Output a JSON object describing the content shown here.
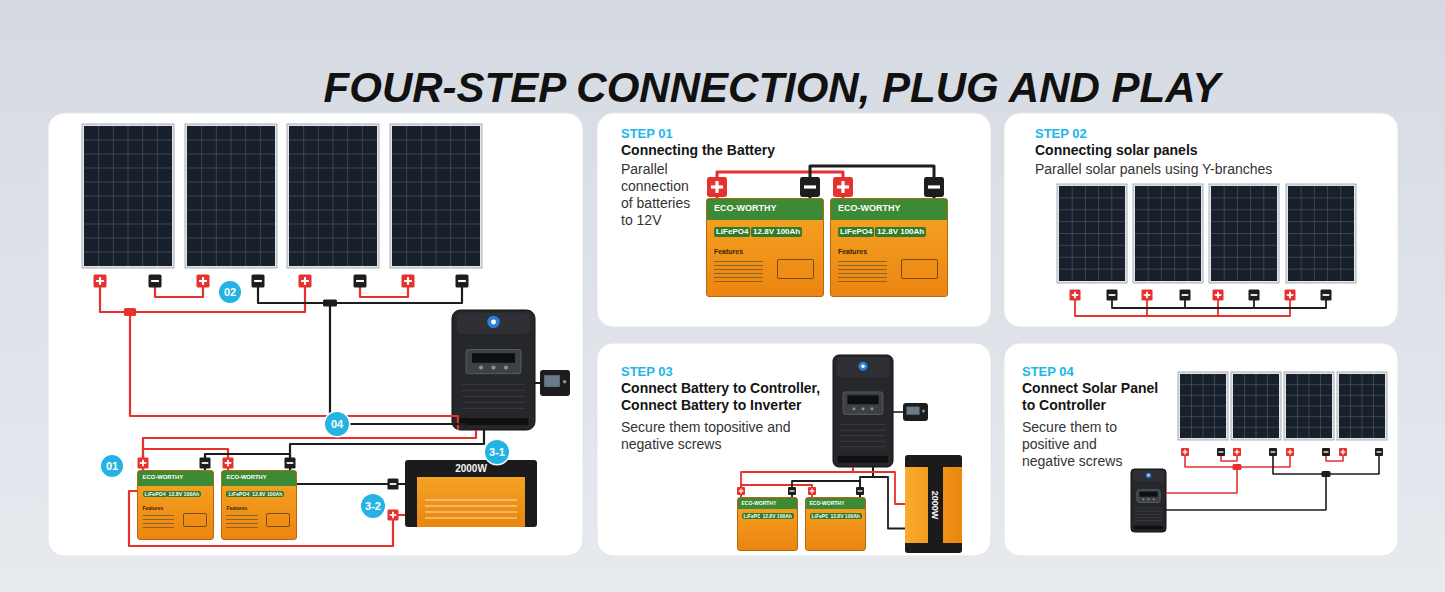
{
  "diagram": {
    "title": "FOUR-STEP CONNECTION, PLUG AND PLAY",
    "nodes": [
      {
        "text": [
          "ECO-WORTHY",
          "LiFePO4",
          "12.8V 100Ah",
          "Features"
        ]
      },
      {
        "text": [
          "ECO-WORTHY",
          "LiFePO4",
          "12.8V 100Ah",
          "Features"
        ]
      },
      {
        "text": [
          "2000W"
        ]
      },
      {
        "text": [
          "STEP 01",
          "Connecting the Battery",
          "Parallel connection of batteries to 12V"
        ]
      },
      {
        "text": [
          "ECO-WORTHY",
          "LiFePO4",
          "12.8V 100Ah",
          "Features"
        ],
        "in": 3
      },
      {
        "text": [
          "ECO-WORTHY",
          "LiFePO4",
          "12.8V 100Ah",
          "Features"
        ],
        "in": 3
      },
      {
        "text": [
          "STEP 02",
          "Connecting solar panels",
          "Parallel solar panels using Y-branches"
        ]
      },
      {
        "text": [
          "STEP 03",
          "Connect Battery to Controller, Connect Battery to Inverter",
          "Secure them topositive and negative screws"
        ]
      },
      {
        "text": [
          "ECO-WORTHY",
          "LiFePO4",
          "12.8V 100Ah"
        ],
        "in": 7
      },
      {
        "text": [
          "ECO-WORTHY",
          "LiFePO4",
          "12.8V 100Ah"
        ],
        "in": 7
      },
      {
        "text": [
          "2000W"
        ],
        "in": 7
      },
      {
        "text": [
          "STEP 04",
          "Connect Solar Panel to Controller",
          "Secure them to positive and negative screws"
        ]
      }
    ],
    "edges": [
      {
        "from": 0,
        "to": 1,
        "arrow": "none"
      },
      {
        "from": 0,
        "to": 1,
        "arrow": "none"
      },
      {
        "from": 0,
        "to": 2,
        "arrow": "none"
      },
      {
        "from": 1,
        "to": 2,
        "arrow": "none"
      },
      {
        "from": 4,
        "to": 5,
        "arrow": "none"
      },
      {
        "from": 4,
        "to": 5,
        "arrow": "none"
      },
      {
        "from": 8,
        "to": 9,
        "arrow": "none"
      },
      {
        "from": 8,
        "to": 9,
        "arrow": "none"
      },
      {
        "from": 8,
        "to": 10,
        "arrow": "none"
      },
      {
        "from": 9,
        "to": 10,
        "arrow": "none"
      }
    ],
    "labels": [
      "02",
      "04",
      "3-1",
      "01",
      "3-2"
    ]
  }
}
